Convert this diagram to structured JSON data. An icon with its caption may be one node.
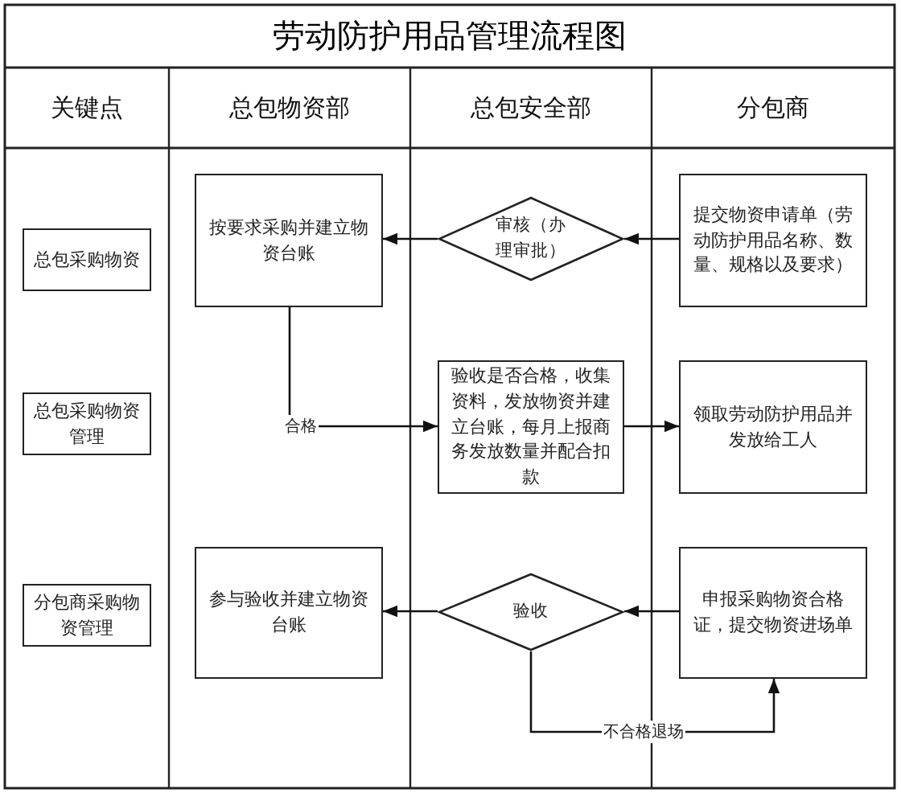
{
  "diagram": {
    "title": "劳动防护用品管理流程图",
    "nodes": [
      {
        "text": [
          "总包采购物资"
        ]
      },
      {
        "text": [
          "总包采购物资管理"
        ]
      },
      {
        "text": [
          "分包商采购物资管理"
        ]
      },
      {
        "text": [
          "按要求采购并建立物资台账"
        ]
      },
      {
        "text": [
          "审核（办理审批）"
        ]
      },
      {
        "text": [
          "提交物资申请单（劳动防护用品名称、数量、规格以及要求）"
        ]
      },
      {
        "text": [
          "验收是否合格，收集资料，发放物资并建立台账，每月上报商务发放数量并配合扣款"
        ]
      },
      {
        "text": [
          "领取劳动防护用品并发放给工人"
        ]
      },
      {
        "text": [
          "参与验收并建立物资台账"
        ]
      },
      {
        "text": [
          "验收"
        ]
      },
      {
        "text": [
          "申报采购物资合格证，提交物资进场单"
        ]
      }
    ],
    "edges": [
      {
        "from": 5,
        "to": 4,
        "arrow": "to"
      },
      {
        "from": 4,
        "to": 3,
        "arrow": "to"
      },
      {
        "from": 3,
        "to": 6,
        "arrow": "to",
        "label": "合格"
      },
      {
        "from": 6,
        "to": 7,
        "arrow": "to"
      },
      {
        "from": 10,
        "to": 9,
        "arrow": "to"
      },
      {
        "from": 9,
        "to": 8,
        "arrow": "to"
      },
      {
        "from": 9,
        "to": 10,
        "arrow": "to",
        "label": "不合格退场"
      }
    ],
    "labels": [
      "关键点",
      "总包物资部",
      "总包安全部",
      "分包商"
    ]
  }
}
